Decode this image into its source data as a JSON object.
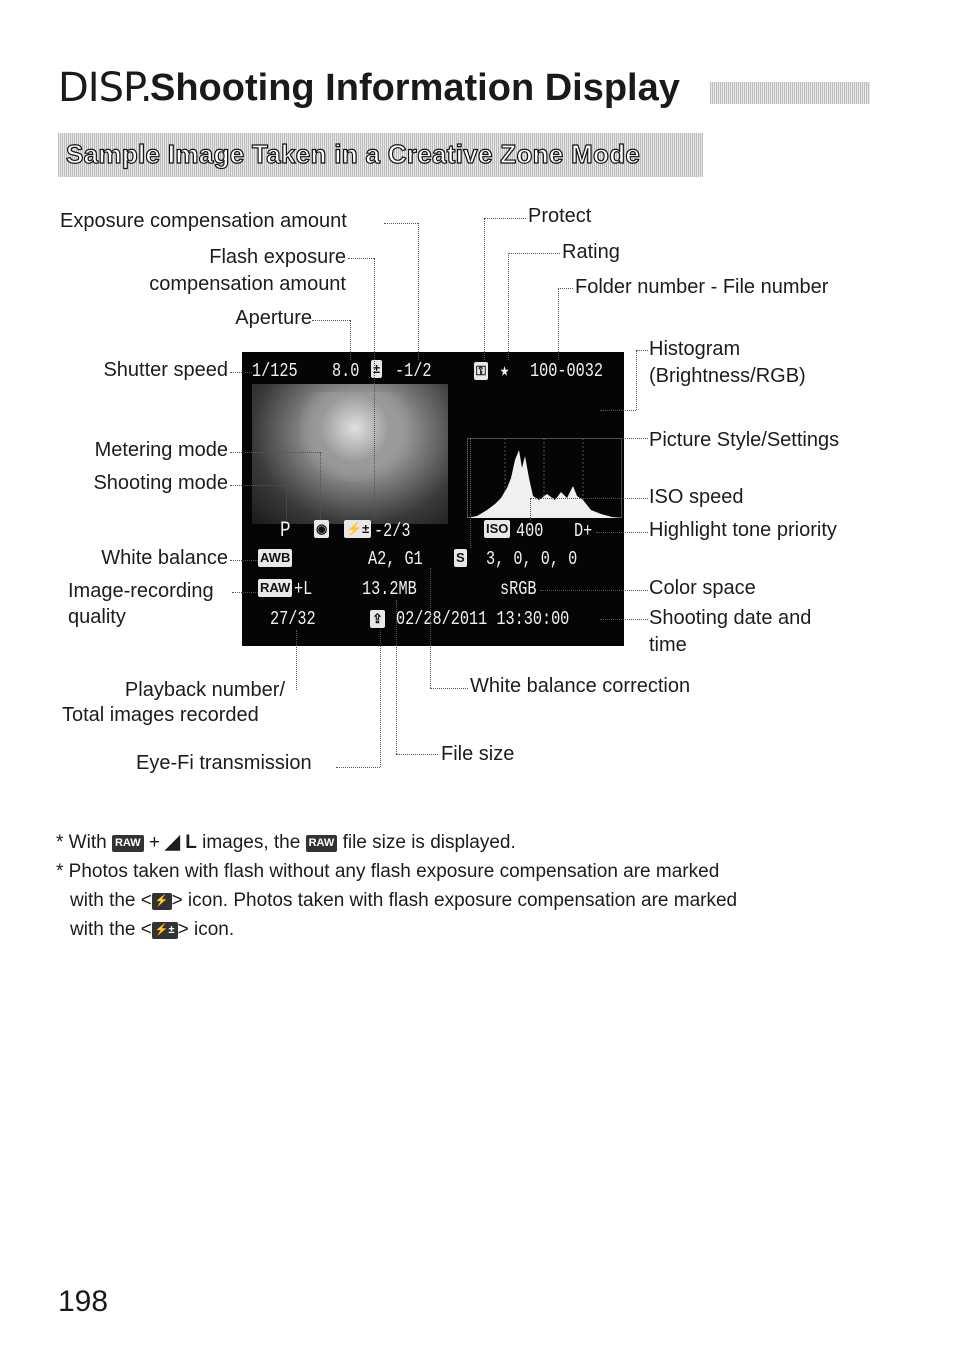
{
  "header": {
    "disp_mark": "DISP.",
    "title": "Shooting Information Display",
    "subtitle": "Sample Image Taken in a Creative Zone Mode"
  },
  "left_labels": {
    "exposure_comp": "Exposure compensation amount",
    "flash_comp_1": "Flash exposure",
    "flash_comp_2": "compensation amount",
    "aperture": "Aperture",
    "shutter": "Shutter speed",
    "metering": "Metering mode",
    "shooting_mode": "Shooting mode",
    "white_balance": "White balance",
    "image_quality_1": "Image-recording",
    "image_quality_2": "quality",
    "playback_1": "Playback number/",
    "playback_2": "Total images recorded",
    "eyefi": "Eye-Fi transmission"
  },
  "right_labels": {
    "protect": "Protect",
    "rating": "Rating",
    "folder_file": "Folder number - File number",
    "histogram_1": "Histogram",
    "histogram_2": "(Brightness/RGB)",
    "picture_style": "Picture Style/Settings",
    "iso": "ISO speed",
    "highlight": "Highlight tone priority",
    "color_space": "Color space",
    "date_1": "Shooting date and",
    "date_2": "time",
    "wb_correction": "White balance correction",
    "file_size": "File size"
  },
  "screen": {
    "shutter": "1/125",
    "aperture": "8.0",
    "exp_comp": "-1/2",
    "folder_file": "100-0032",
    "mode": "P",
    "flash_comp": "-2/3",
    "iso": "400",
    "d_plus": "D+",
    "wb_icon": "AWB",
    "wb_corr": "A2, G1",
    "picture_settings": "3, 0, 0, 0",
    "quality_icon": "RAW",
    "quality_l": "+L",
    "file_size": "13.2MB",
    "color_space": "sRGB",
    "playback": "27/32",
    "datetime": "02/28/2011 13:30:00"
  },
  "notes": {
    "note1_a": "* With",
    "note1_b": "images, the",
    "note1_c": "file size is displayed.",
    "raw": "RAW",
    "l": "L",
    "note2_a": "* Photos taken with flash without any flash exposure compensation are marked",
    "note2_b": "with the <",
    "note2_c": "> icon. Photos taken with flash exposure compensation are marked",
    "note2_d": "with the <",
    "note2_e": "> icon."
  },
  "page_number": "198"
}
